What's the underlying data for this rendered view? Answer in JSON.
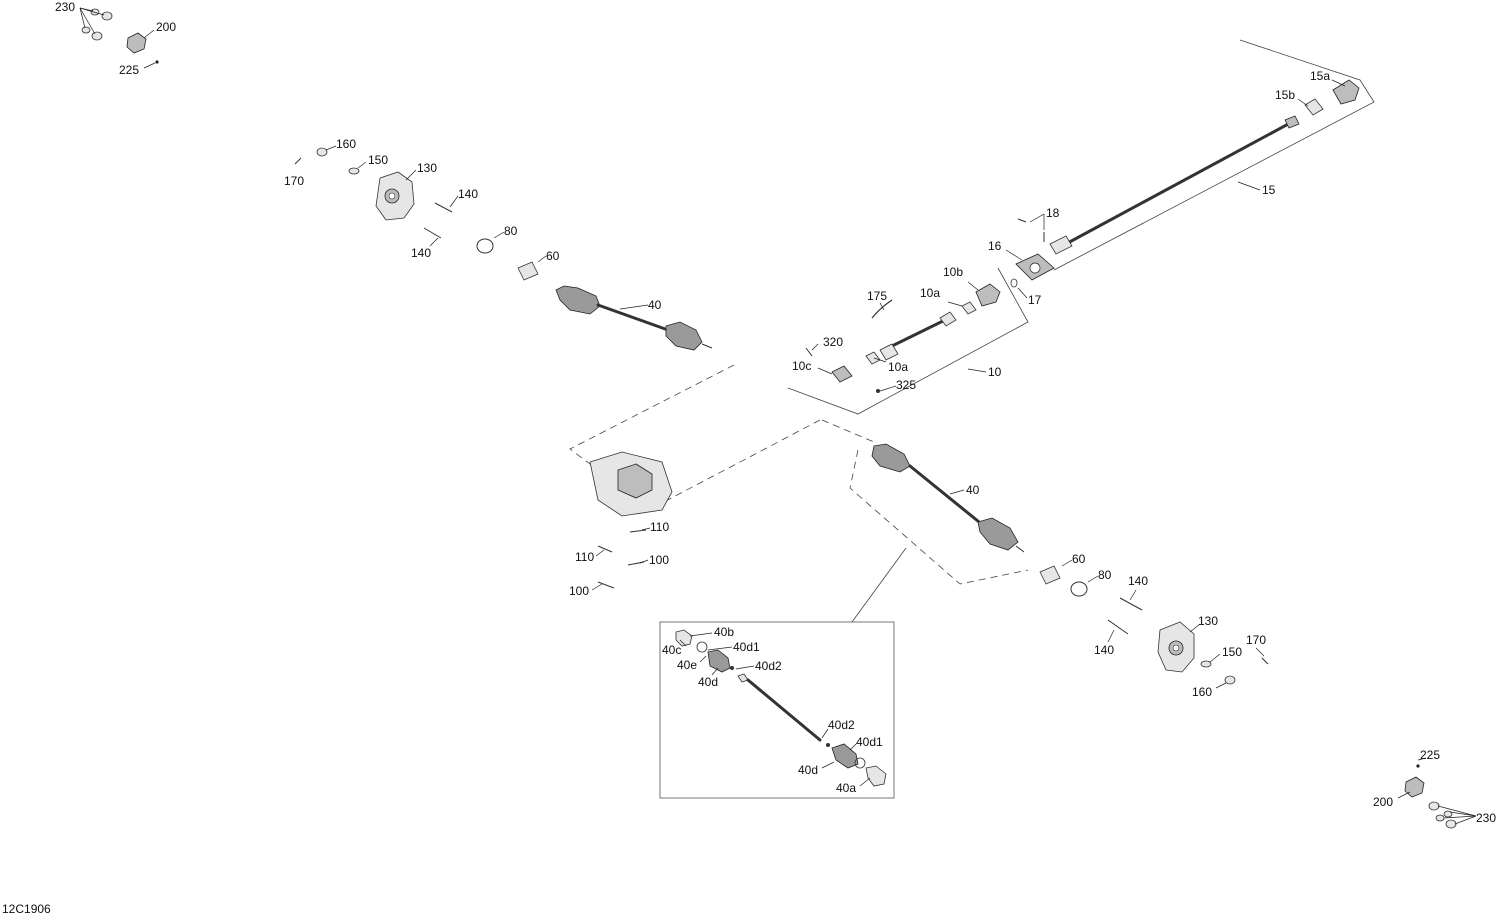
{
  "diagram_id": "12C1906",
  "callouts": {
    "c230_tl": "230",
    "c200_tl": "200",
    "c225_tl": "225",
    "c160_l": "160",
    "c150_l": "150",
    "c130_l": "130",
    "c170_l": "170",
    "c140_l1": "140",
    "c140_l2": "140",
    "c80_l": "80",
    "c60_l": "60",
    "c40_l": "40",
    "c15a": "15a",
    "c15b": "15b",
    "c15": "15",
    "c18": "18",
    "c16": "16",
    "c17": "17",
    "c10b": "10b",
    "c10a_1": "10a",
    "c175": "175",
    "c320": "320",
    "c10c": "10c",
    "c10a_2": "10a",
    "c325": "325",
    "c10": "10",
    "c110_a": "110",
    "c110_b": "110",
    "c100_a": "100",
    "c100_b": "100",
    "c40_r": "40",
    "c60_r": "60",
    "c80_r": "80",
    "c140_r1": "140",
    "c140_r2": "140",
    "c130_r": "130",
    "c170_r": "170",
    "c150_r": "150",
    "c160_r": "160",
    "c40b": "40b",
    "c40c": "40c",
    "c40d1_a": "40d1",
    "c40e": "40e",
    "c40d2_a": "40d2",
    "c40d_a": "40d",
    "c40d2_b": "40d2",
    "c40d1_b": "40d1",
    "c40d_b": "40d",
    "c40a": "40a",
    "c225_br": "225",
    "c200_br": "200",
    "c230_br": "230"
  }
}
